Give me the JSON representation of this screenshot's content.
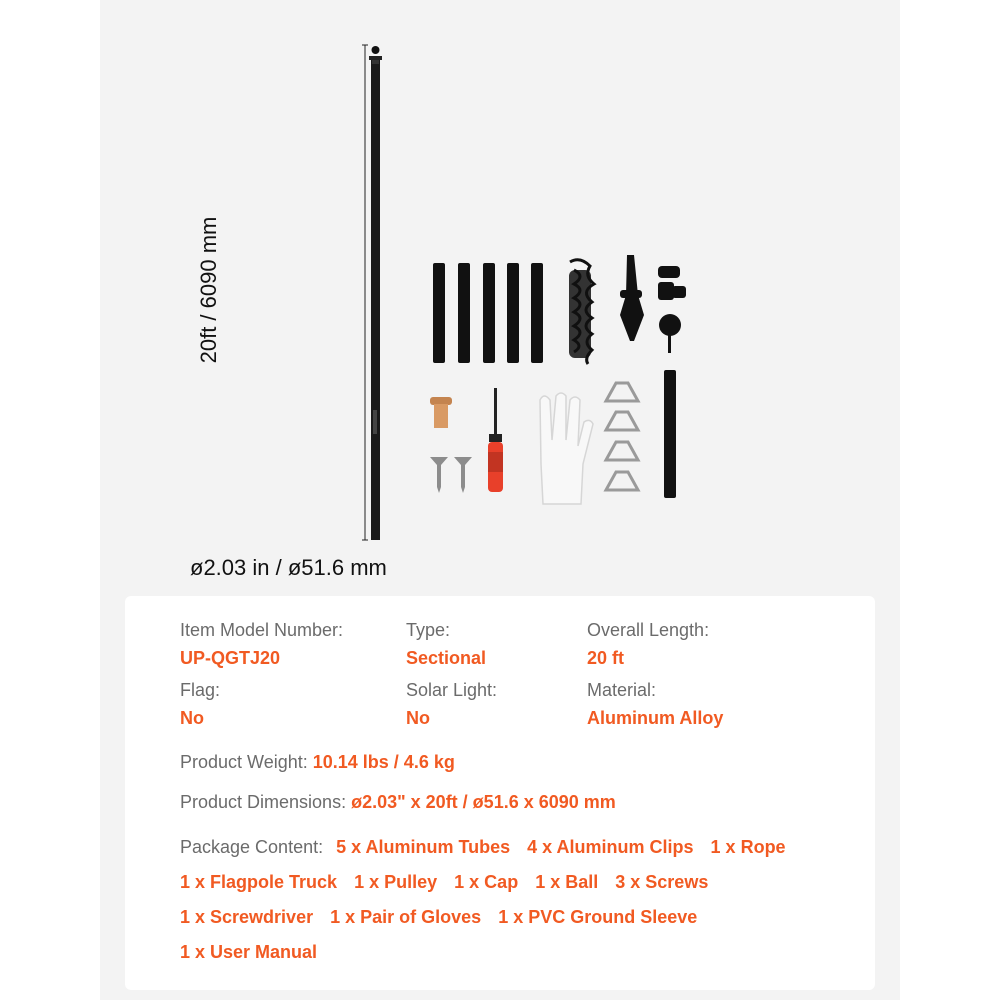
{
  "dimensions": {
    "height": "20ft / 6090 mm",
    "diameter": "ø2.03 in / ø51.6 mm"
  },
  "specs": [
    {
      "label": "Item Model Number:",
      "value": "UP-QGTJ20"
    },
    {
      "label": "Type:",
      "value": "Sectional"
    },
    {
      "label": "Overall Length:",
      "value": "20 ft"
    },
    {
      "label": "Flag:",
      "value": "No"
    },
    {
      "label": "Solar Light:",
      "value": "No"
    },
    {
      "label": "Material:",
      "value": "Aluminum Alloy"
    }
  ],
  "weight": {
    "label": "Product Weight:",
    "value": "10.14 lbs / 4.6 kg"
  },
  "product_dimensions": {
    "label": "Product Dimensions:",
    "value": "ø2.03\" x 20ft  / ø51.6 x 6090 mm"
  },
  "package": {
    "label": "Package Content:",
    "items": [
      "5 x Aluminum Tubes",
      "4 x Aluminum Clips",
      "1 x Rope",
      "1 x Flagpole Truck",
      "1 x Pulley",
      "1 x Cap",
      "1 x Ball",
      "3 x Screws",
      "1 x Screwdriver",
      "1 x Pair of Gloves",
      "1 x PVC Ground Sleeve",
      "1 x User Manual"
    ]
  },
  "colors": {
    "accent": "#f15a22",
    "label": "#6b6b6b",
    "panel": "#f3f3f3"
  }
}
